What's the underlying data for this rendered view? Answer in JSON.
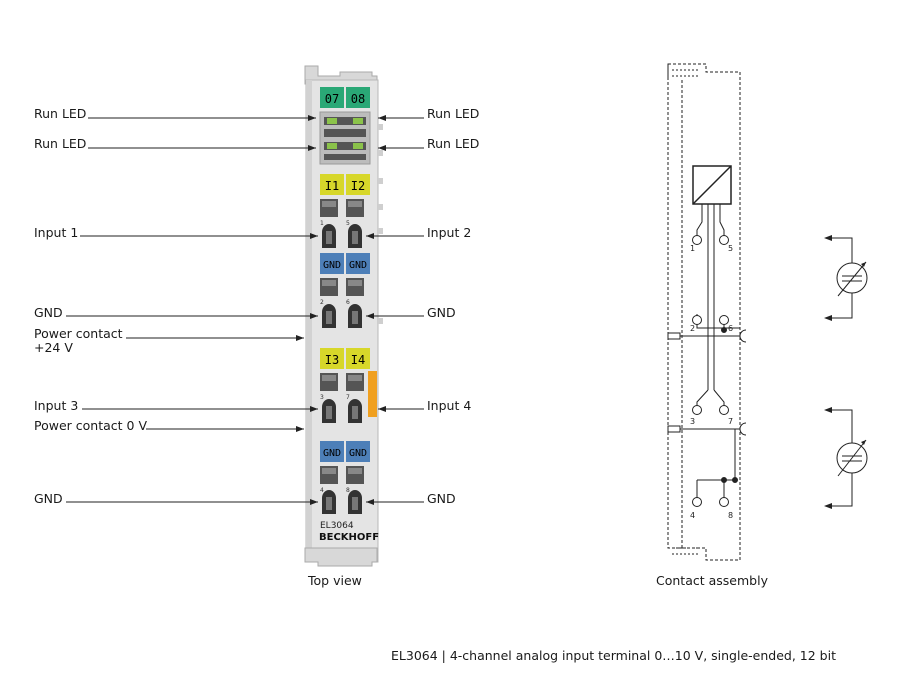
{
  "left_labels": [
    {
      "id": "run-led-1",
      "text": "Run LED"
    },
    {
      "id": "run-led-2",
      "text": "Run LED"
    },
    {
      "id": "input-1",
      "text": "Input 1"
    },
    {
      "id": "gnd-1",
      "text": "GND"
    },
    {
      "id": "power-24",
      "text": "Power contact\n+24 V"
    },
    {
      "id": "input-3",
      "text": "Input 3"
    },
    {
      "id": "power-0",
      "text": "Power contact 0 V"
    },
    {
      "id": "gnd-3",
      "text": "GND"
    }
  ],
  "right_labels": [
    {
      "id": "run-led-3",
      "text": "Run LED"
    },
    {
      "id": "run-led-4",
      "text": "Run LED"
    },
    {
      "id": "input-2",
      "text": "Input 2"
    },
    {
      "id": "gnd-2",
      "text": "GND"
    },
    {
      "id": "input-4",
      "text": "Input 4"
    },
    {
      "id": "gnd-4",
      "text": "GND"
    }
  ],
  "terminal": {
    "led_labels": [
      "07",
      "08"
    ],
    "channel_labels_top": [
      "I1",
      "I2"
    ],
    "gnd_labels": [
      "GND",
      "GND"
    ],
    "channel_labels_bottom": [
      "I3",
      "I4"
    ],
    "gnd_labels_bottom": [
      "GND",
      "GND"
    ],
    "model": "EL3064",
    "brand": "BECKHOFF",
    "pin_numbers": [
      "1",
      "5",
      "2",
      "6",
      "3",
      "7",
      "4",
      "8"
    ]
  },
  "contact_assembly": {
    "pin_numbers": [
      "1",
      "5",
      "2",
      "6",
      "3",
      "7",
      "4",
      "8"
    ]
  },
  "captions": {
    "top_view": "Top view",
    "contact_assembly": "Contact assembly"
  },
  "footer": "EL3064 | 4-channel analog input terminal 0…10 V, single-ended, 12 bit",
  "colors": {
    "led_green": "#2aa876",
    "channel_yellow": "#d7d72a",
    "gnd_blue": "#4d7fb8",
    "housing": "#e3e3e3",
    "orange_tab": "#f0a020"
  }
}
